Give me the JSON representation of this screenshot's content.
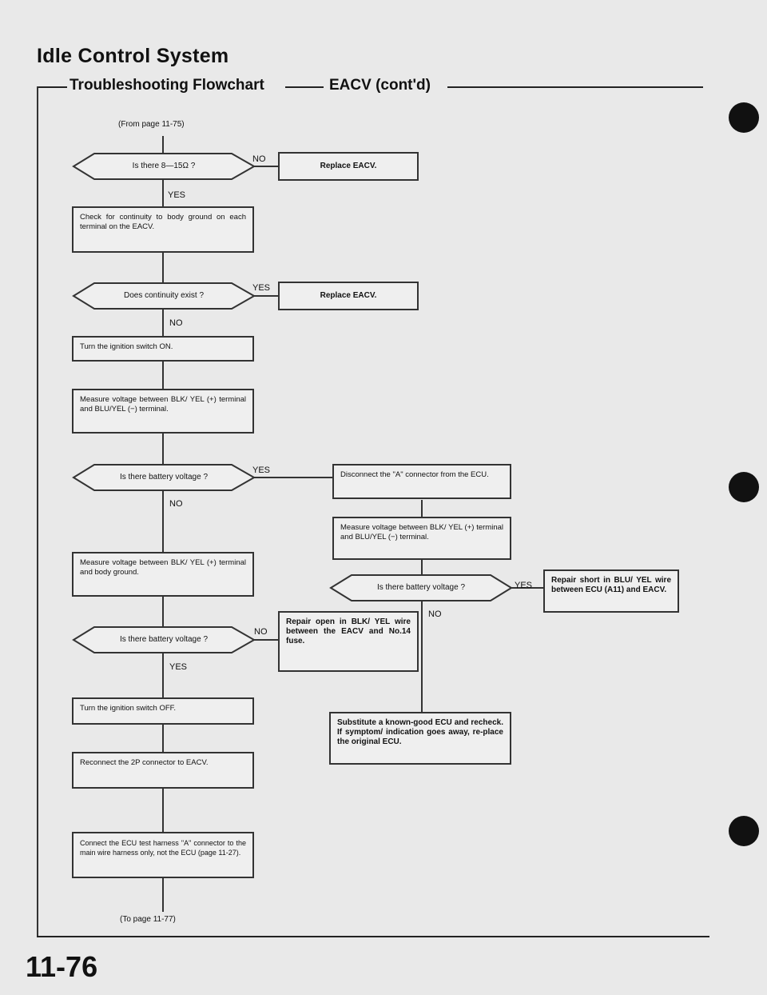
{
  "header": {
    "title": "Idle Control System",
    "subtitle": "Troubleshooting Flowchart",
    "subtitle2": "EACV (cont'd)"
  },
  "from_page": "(From page 11-75)",
  "to_page": "(To page 11-77)",
  "page_number": "11-76",
  "labels": {
    "yes": "YES",
    "no": "NO"
  },
  "questions": {
    "q1": "Is there 8—15Ω ?",
    "q2": "Does continuity exist ?",
    "q3": "Is there battery voltage ?",
    "q4": "Is there battery voltage ?",
    "q5": "Is there battery voltage ?"
  },
  "steps": {
    "replace1": "Replace EACV.",
    "check_continuity": "Check for continuity to body ground on each terminal on the EACV.",
    "replace2": "Replace EACV.",
    "ign_on": "Turn the ignition switch ON.",
    "measure1": "Measure voltage between BLK/ YEL (+) terminal and BLU/YEL (−) terminal.",
    "disconnect": "Disconnect the \"A\" connector from the ECU.",
    "measure_right": "Measure voltage between BLK/ YEL (+) terminal and BLU/YEL (−) terminal.",
    "measure2": "Measure voltage between BLK/ YEL (+) terminal and body ground.",
    "repair_short": "Repair short in BLU/ YEL wire between ECU (A11) and EACV.",
    "repair_open": "Repair open in BLK/ YEL wire between the EACV and No.14 fuse.",
    "ign_off": "Turn the ignition switch OFF.",
    "substitute": "Substitute a known-good ECU and recheck. If symptom/ indication goes away, re-place the original ECU.",
    "reconnect": "Reconnect the 2P connector to EACV.",
    "connect_harness": "Connect the ECU test harness \"A\" connector to the main wire harness only, not the ECU (page 11-27)."
  }
}
